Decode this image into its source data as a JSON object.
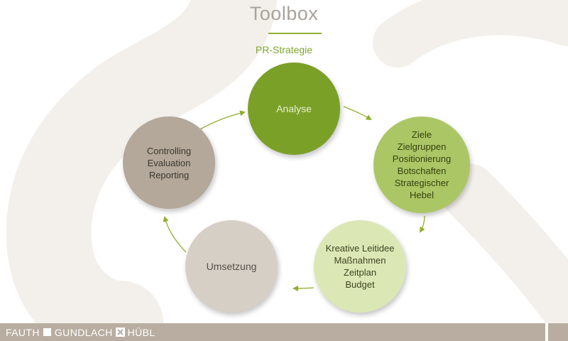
{
  "slide": {
    "title": "Toolbox",
    "subtitle": "PR-Strategie",
    "accent_color": "#8fae2e"
  },
  "cycle": {
    "nodes": [
      {
        "id": "analyse",
        "lines": [
          "Analyse"
        ],
        "color": "#7ba027"
      },
      {
        "id": "ziele",
        "lines": [
          "Ziele",
          "Zielgruppen",
          "Positionierung",
          "Botschaften",
          "Strategischer",
          "Hebel"
        ],
        "color": "#abc765"
      },
      {
        "id": "kreativ",
        "lines": [
          "Kreative Leitidee",
          "Maßnahmen",
          "Zeitplan",
          "Budget"
        ],
        "color": "#dbe8b6"
      },
      {
        "id": "umsetzung",
        "lines": [
          "Umsetzung"
        ],
        "color": "#d6cfc6"
      },
      {
        "id": "controlling",
        "lines": [
          "Controlling",
          "Evaluation",
          "Reporting"
        ],
        "color": "#b3a899"
      }
    ],
    "arrow_color": "#8fae2e",
    "direction": "clockwise"
  },
  "footer": {
    "brand_part1": "FAUTH",
    "brand_part2": "GUNDLACH",
    "brand_part3": "HÜBL",
    "brand_color": "#b8ada0"
  }
}
